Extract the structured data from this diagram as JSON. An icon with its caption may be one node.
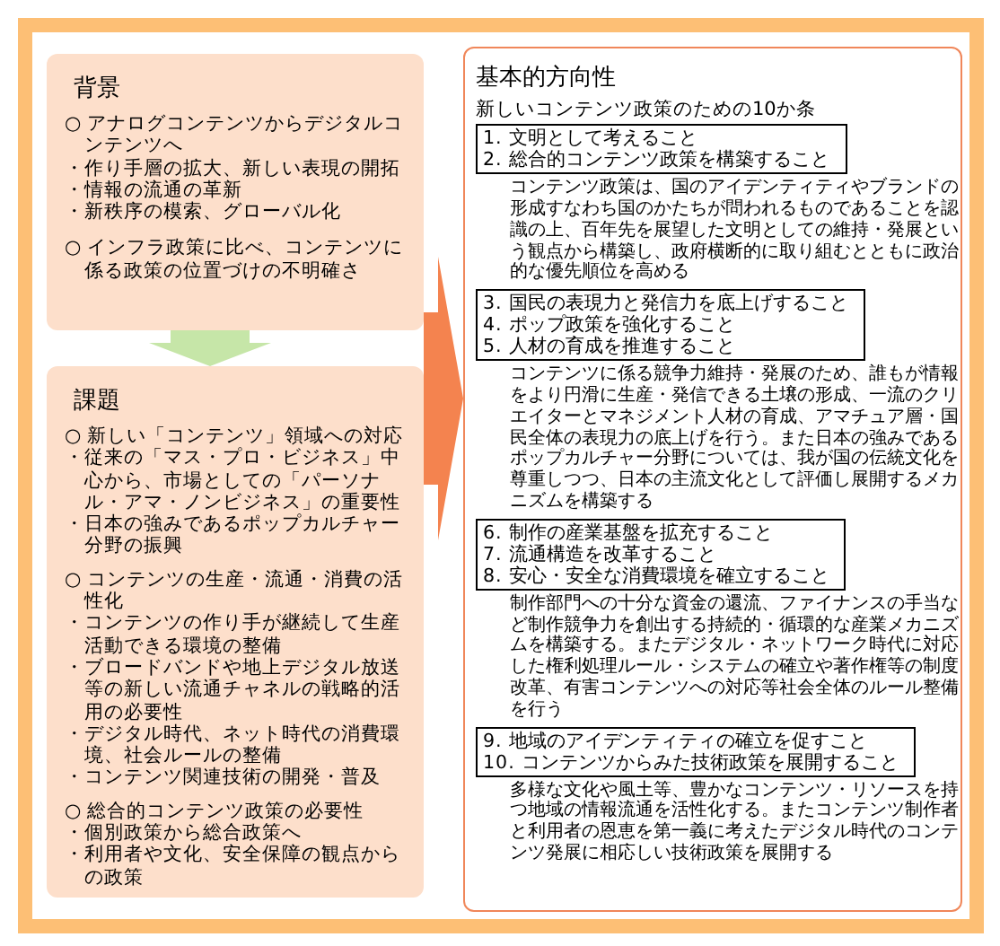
{
  "diagram": {
    "nodes": [
      {
        "text": [
          "背景",
          "○ アナログコンテンツからデジタルコンテンツへ",
          "・作り手層の拡大、新しい表現の開拓",
          "・情報の流通の革新",
          "・新秩序の模索、グローバル化",
          "○ インフラ政策に比べ、コンテンツに係る政策の位置づけの不明確さ"
        ]
      },
      {
        "text": [
          "課題",
          "○ 新しい「コンテンツ」領域への対応",
          "・従来の「マス・プロ・ビジネス」中心から、市場としての「パーソナル・アマ・ノンビジネス」の重要性",
          "・日本の強みであるポップカルチャー分野の振興",
          "○ コンテンツの生産・流通・消費の活性化",
          "・コンテンツの作り手が継続して生産活動できる環境の整備",
          "・ブロードバンドや地上デジタル放送等の新しい流通チャネルの戦略的活用の必要性",
          "・デジタル時代、ネット時代の消費環境、社会ルールの整備",
          "・コンテンツ関連技術の開発・普及",
          "○ 総合的コンテンツ政策の必要性",
          "・個別政策から総合政策へ",
          "・利用者や文化、安全保障の観点からの政策"
        ]
      },
      {
        "text": [
          "基本的方向性",
          "新しいコンテンツ政策のための10か条",
          "コンテンツ政策は、国のアイデンティティやブランドの形成すなわち国のかたちが問われるものであることを認識の上、百年先を展望した文明としての維持・発展という観点から構築し、政府横断的に取り組むとともに政治的な優先順位を高める",
          "コンテンツに係る競争力維持・発展のため、誰もが情報をより円滑に生産・発信できる土壌の形成、一流のクリエイターとマネジメント人材の育成、アマチュア層・国民全体の表現力の底上げを行う。また日本の強みであるポップカルチャー分野については、我が国の伝統文化を尊重しつつ、日本の主流文化として評価し展開するメカニズムを構築する",
          "制作部門への十分な資金の還流、ファイナンスの手当など制作競争力を創出する持続的・循環的な産業メカニズムを構築する。またデジタル・ネットワーク時代に対応した権利処理ルール・システムの確立や著作権等の制度改革、有害コンテンツへの対応等社会全体のルール整備を行う",
          "多様な文化や風土等、豊かなコンテンツ・リソースを持つ地域の情報流通を活性化する。またコンテンツ制作者と利用者の恩恵を第一義に考えたデジタル時代のコンテンツ発展に相応しい技術政策を展開する"
        ]
      },
      {
        "text": [
          "1. 文明として考えること",
          "2. 総合的コンテンツ政策を構築すること"
        ],
        "in": 2
      },
      {
        "text": [
          "3. 国民の表現力と発信力を底上げすること",
          "4. ポップ政策を強化すること",
          "5. 人材の育成を推進すること"
        ],
        "in": 2
      },
      {
        "text": [
          "6. 制作の産業基盤を拡充すること",
          "7. 流通構造を改革すること",
          "8. 安心・安全な消費環境を確立すること"
        ],
        "in": 2
      },
      {
        "text": [
          "9. 地域のアイデンティティの確立を促すこと",
          "10. コンテンツからみた技術政策を展開すること"
        ],
        "in": 2
      }
    ],
    "edges": [
      {
        "from": 0,
        "to": 1,
        "arrow": "to",
        "color": "#c6e6a8"
      },
      {
        "from": 0,
        "to": 2,
        "arrow": "to"
      },
      {
        "from": 1,
        "to": 2,
        "arrow": "to"
      }
    ]
  }
}
